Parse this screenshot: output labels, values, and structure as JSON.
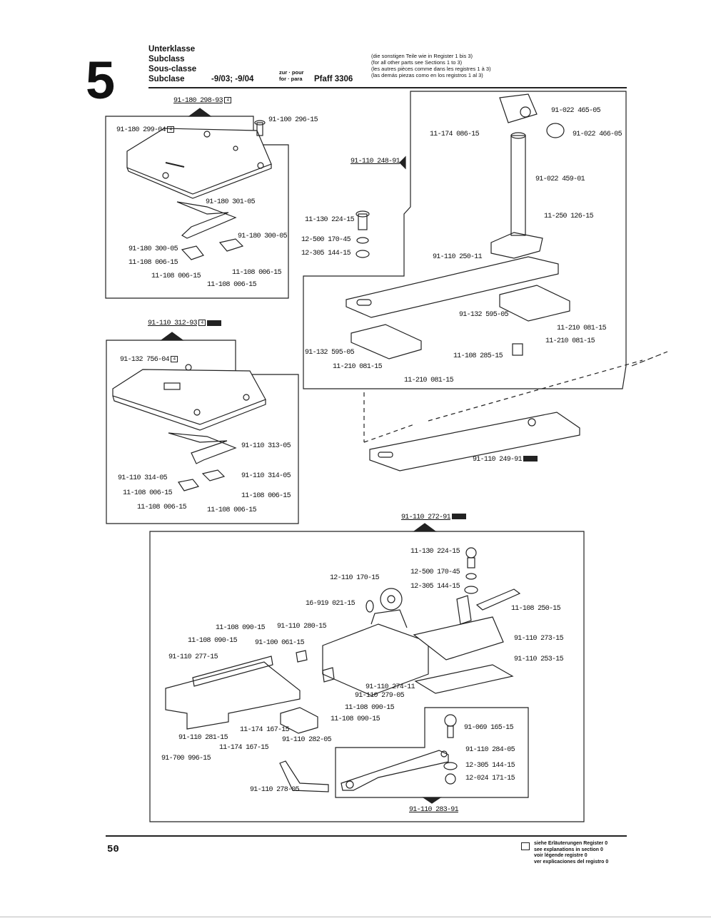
{
  "header": {
    "section_number": "5",
    "class_labels": [
      "Unterklasse",
      "Subclass",
      "Sous-classe",
      "Subclase"
    ],
    "subclass_values": "-9/03; -9/04",
    "for_label": [
      "zur · pour",
      "for · para"
    ],
    "model": "Pfaff 3306",
    "notes": [
      "(die sonstigen Teile wie in Register 1 bis 3)",
      "(for all other parts see Sections 1 to 3)",
      "(les autres pièces comme dans les registres 1 à 3)",
      "(las demás piezas como en los registros 1 al 3)"
    ]
  },
  "assembly_a": {
    "title": "91-180 298-93",
    "title_badge": "4",
    "labels": [
      "91-180 299-04",
      "91-100 296-15",
      "91-180 301-05",
      "91-180 300-05",
      "91-180 300-05",
      "11-108 006-15",
      "11-108 006-15",
      "11-108 006-15",
      "11-108 006-15"
    ],
    "plate_badge": "4"
  },
  "assembly_b": {
    "title": "91-110 312-93",
    "title_badge": "4",
    "labels": [
      "91-132 756-04",
      "91-110 313-05",
      "91-110 314-05",
      "91-110 314-05",
      "11-108 006-15",
      "11-108 006-15",
      "11-108 006-15",
      "11-108 006-15"
    ],
    "plate_badge": "4"
  },
  "assembly_c": {
    "labels": [
      "91-022 465-05",
      "11-174 086-15",
      "91-022 466-05",
      "91-110 248-91",
      "91-022 459-01",
      "11-250 126-15",
      "11-130 224-15",
      "12-500 170-45",
      "12-305 144-15",
      "91-110 250-11",
      "91-132 595-05",
      "11-210 081-15",
      "11-210 081-15",
      "91-132 595-05",
      "11-108 285-15",
      "11-210 081-15",
      "11-210 081-15",
      "91-110 249-91"
    ]
  },
  "assembly_d": {
    "title": "91-110 272-91",
    "labels": [
      "11-130 224-15",
      "12-110 170-15",
      "12-500 170-45",
      "12-305 144-15",
      "16-919 021-15",
      "11-108 250-15",
      "11-108 090-15",
      "91-110 280-15",
      "11-108 090-15",
      "91-100 061-15",
      "91-110 273-15",
      "91-110 277-15",
      "91-110 253-15",
      "91-110 274-11",
      "91-110 279-05",
      "11-108 090-15",
      "11-108 090-15",
      "91-069 165-15",
      "91-110 281-15",
      "11-174 167-15",
      "91-110 282-05",
      "11-174 167-15",
      "91-110 284-05",
      "91-700 996-15",
      "12-305 144-15",
      "12-024 171-15",
      "91-110 278-05",
      "91-110 283-91"
    ]
  },
  "footer": {
    "page_number": "50",
    "legend": [
      "siehe Erläuterungen Register 0",
      "see explanations in section 0",
      "voir légende registre 0",
      "ver explicaciones del registro 0"
    ]
  }
}
